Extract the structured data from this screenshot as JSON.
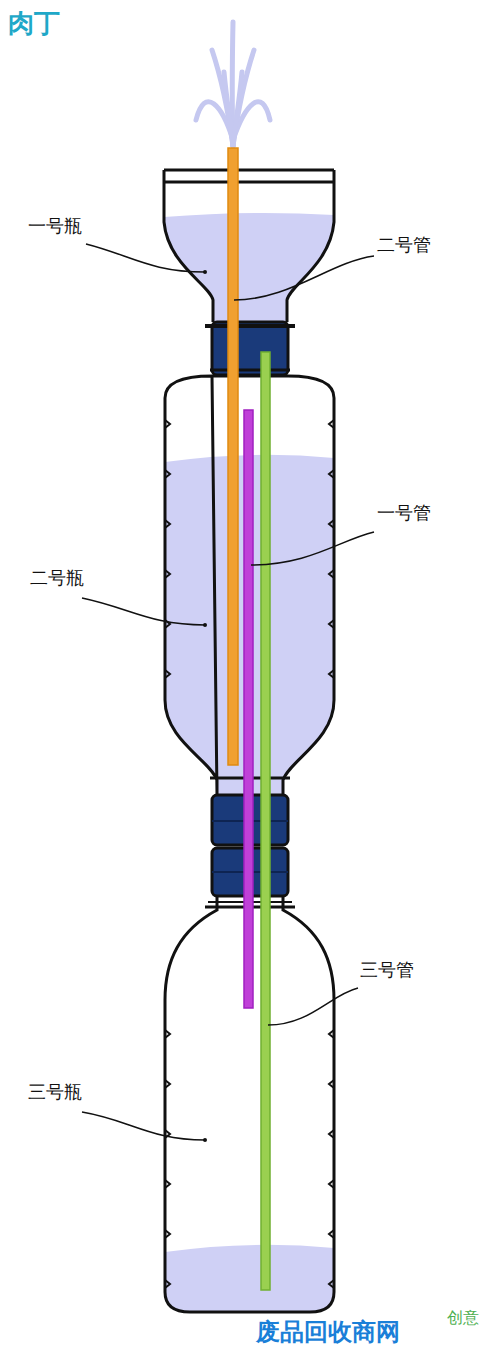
{
  "diagram": {
    "labels": [
      "肉丁",
      "一号瓶",
      "二号管",
      "一号管",
      "二号瓶",
      "三号管",
      "三号瓶",
      "废品回收商网",
      "创意"
    ]
  }
}
